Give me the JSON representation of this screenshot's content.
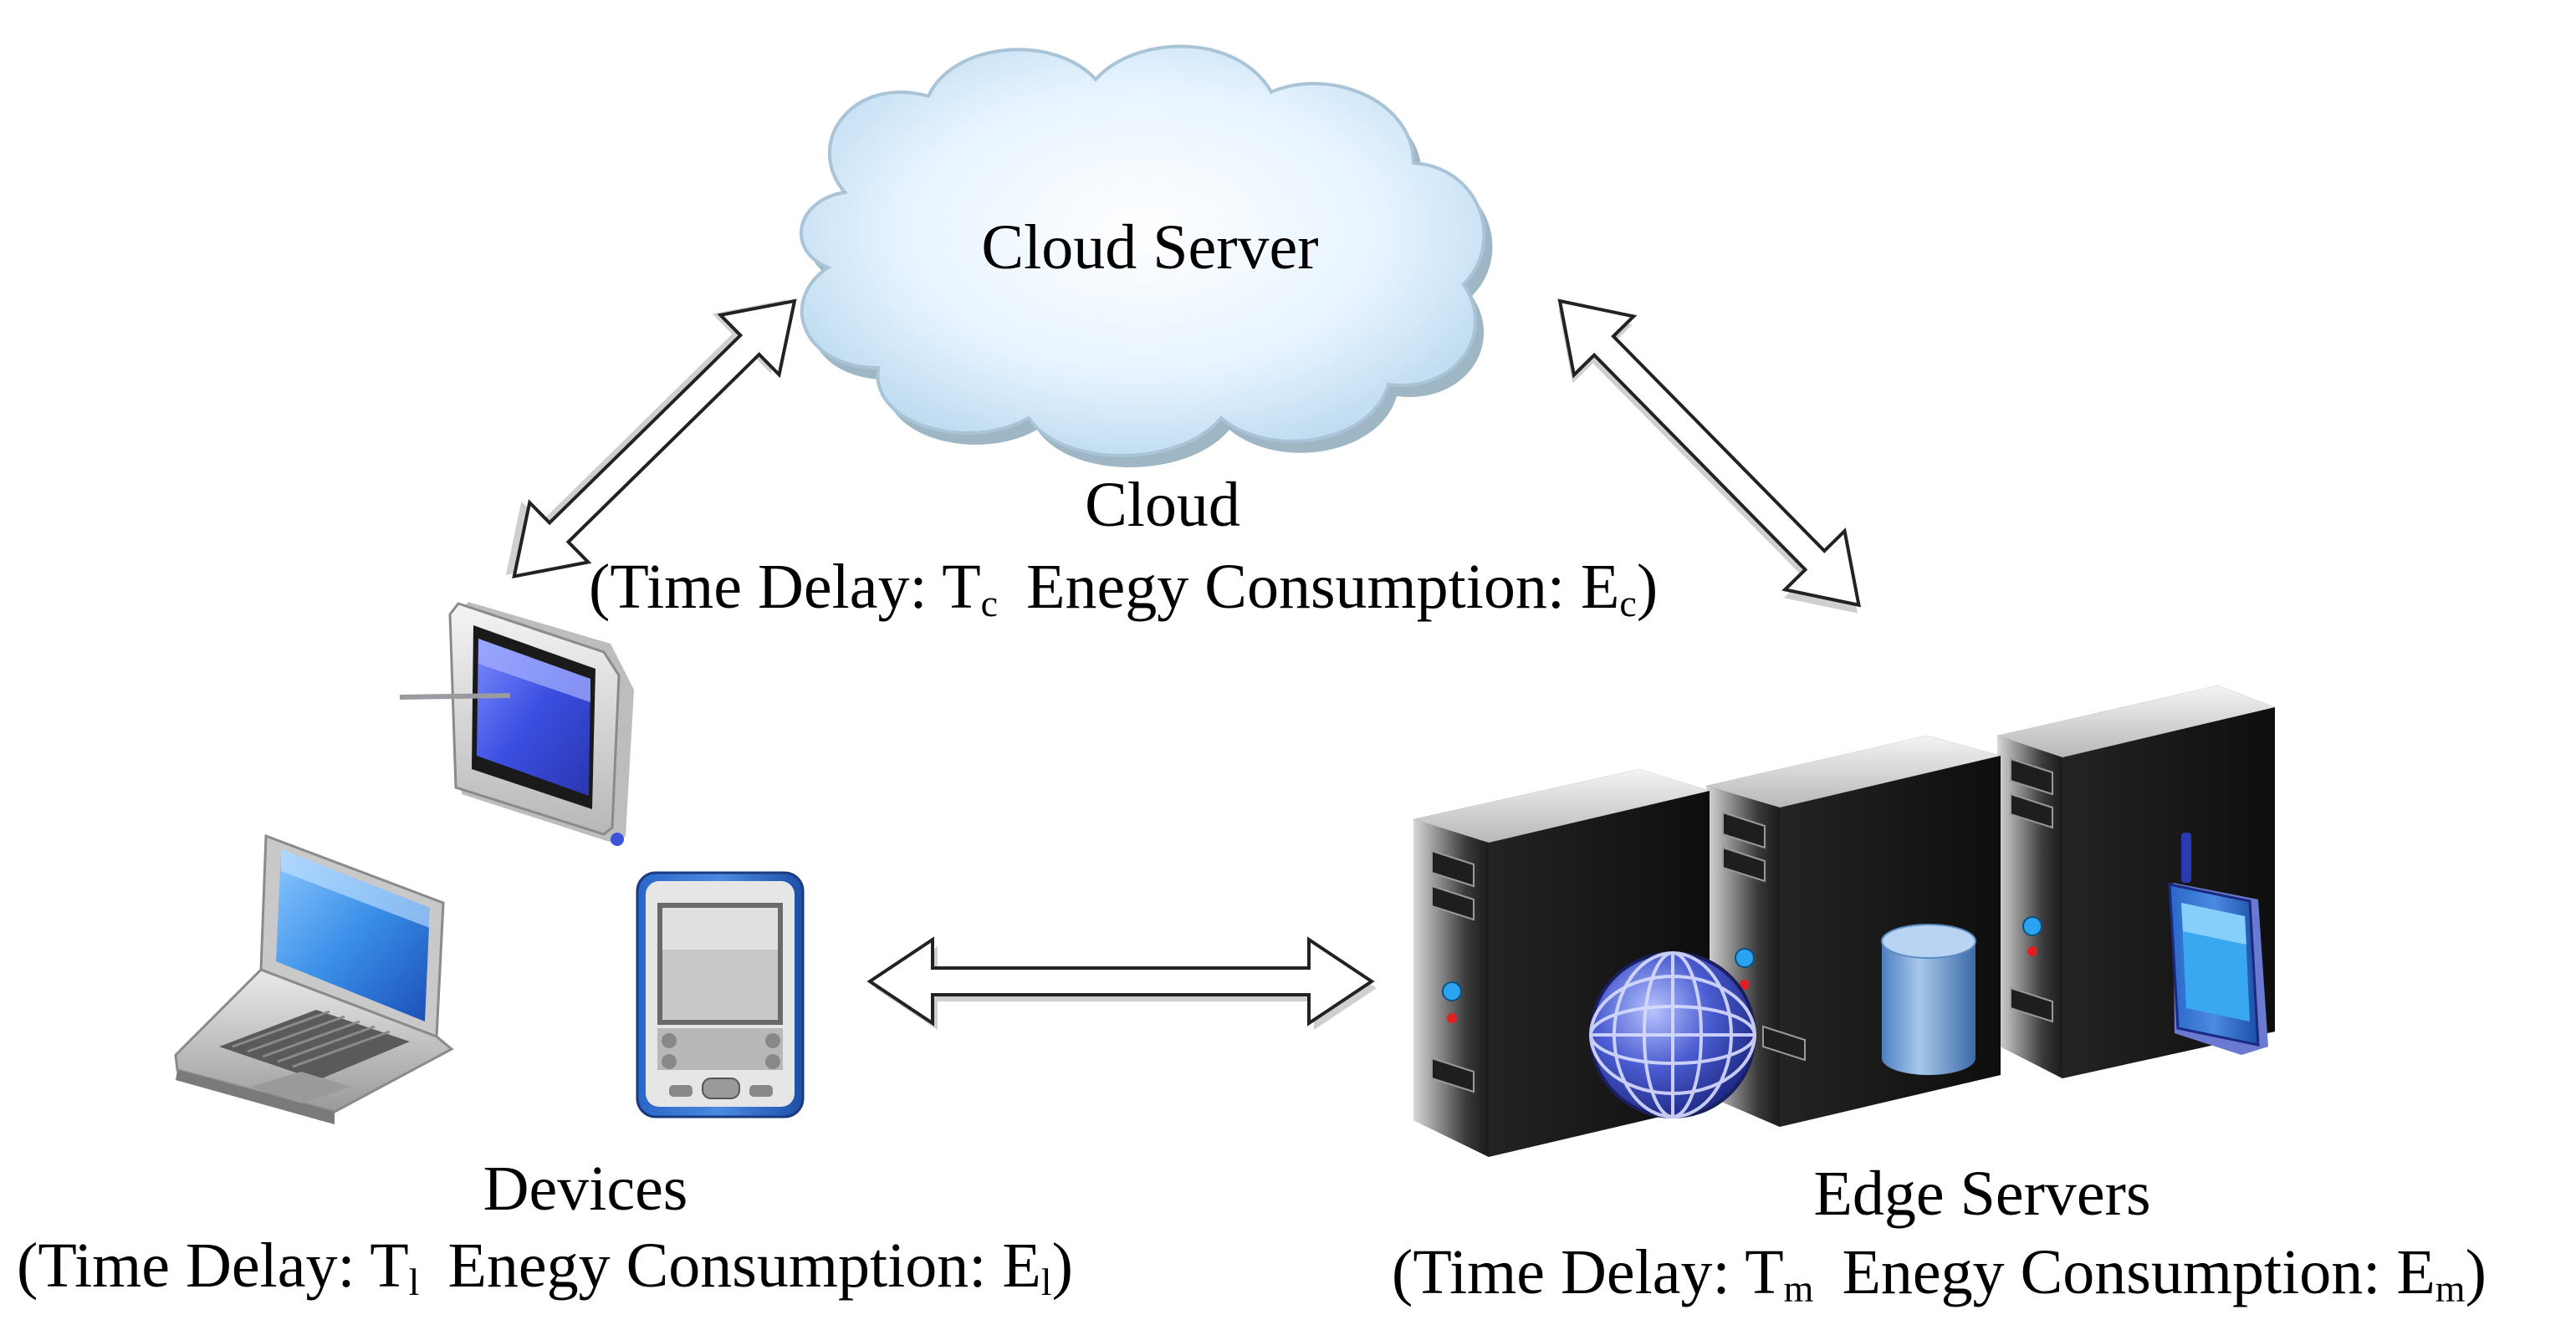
{
  "cloud": {
    "title": "Cloud Server",
    "label": "Cloud",
    "metrics": {
      "open": "(",
      "delay_label": "Time Delay: ",
      "delay_symbol": "T",
      "delay_sub": "c",
      "energy_label": "Enegy Consumption: ",
      "energy_symbol": "E",
      "energy_sub": "c",
      "close": ")"
    }
  },
  "devices": {
    "label": "Devices",
    "metrics": {
      "open": "(",
      "delay_label": "Time Delay: ",
      "delay_symbol": "T",
      "delay_sub": "l",
      "energy_label": "Enegy Consumption: ",
      "energy_symbol": "E",
      "energy_sub": "l",
      "close": ")"
    }
  },
  "edge": {
    "label": "Edge Servers",
    "metrics": {
      "open": "(",
      "delay_label": "Time Delay: ",
      "delay_symbol": "T",
      "delay_sub": "m",
      "energy_label": "Enegy Consumption: ",
      "energy_symbol": "E",
      "energy_sub": "m",
      "close": ")"
    }
  },
  "icons": [
    "cloud-icon",
    "tablet-icon",
    "laptop-icon",
    "pda-icon",
    "server-rack-icon",
    "globe-icon",
    "database-icon",
    "mobile-phone-icon"
  ],
  "colors": {
    "cloud_fill": "#dcefff",
    "screen_blue": "#3a55d8",
    "server_dark": "#2a2a2a",
    "arrow_fill": "#ffffff"
  }
}
